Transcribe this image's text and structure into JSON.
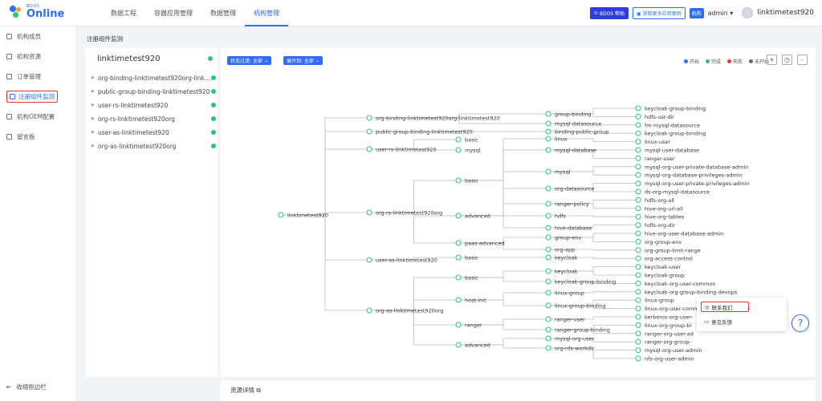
{
  "logo": {
    "small": "BDOS",
    "big": "Online"
  },
  "nav": [
    "数据工程",
    "容器应用管理",
    "数据管理",
    "机构管理"
  ],
  "header": {
    "help": "BDOS 帮助",
    "more": "获取更多应用案例",
    "org": "机构",
    "admin": "admin",
    "user": "linktimetest920"
  },
  "sidebar": {
    "items": [
      "机构成员",
      "机构资源",
      "订单管理",
      "注册组件监测",
      "机构OEM配置",
      "留言板"
    ],
    "collapse": "收缩侧边栏"
  },
  "breadcrumb": "注册组件监测",
  "left_panel": {
    "title": "linktimetest920",
    "items": [
      "org-binding-linktimetest920org-linktimetest920",
      "public-group-binding-linktimetest920",
      "user-rs-linktimetest920",
      "org-rs-linktimetest920org",
      "user-as-linktimetest920",
      "org-as-linktimetest920org"
    ]
  },
  "filters": {
    "status": "状态过滤: 全部",
    "expand": "展开到: 全部"
  },
  "legend": [
    {
      "label": "开始",
      "color": "#2f6df6"
    },
    {
      "label": "完成",
      "color": "#35c07a"
    },
    {
      "label": "失败",
      "color": "#e53935"
    },
    {
      "label": "未开始",
      "color": "#666666"
    }
  ],
  "tools": [
    "+",
    "◷",
    "-"
  ],
  "tree": {
    "root": "linktimetest920",
    "level1": [
      "org-binding-linktimetest920org-linktimetest920",
      "public-group-binding-linktimetest920",
      "user-rs-linktimetest920",
      "org-rs-linktimetest920org",
      "user-as-linktimetest920",
      "org-as-linktimetest920org"
    ],
    "level2": [
      "basic",
      "mysql",
      "basic",
      "advanced",
      "paas-advanced",
      "basic",
      "basic",
      "host-init",
      "ranger",
      "advanced"
    ],
    "level3": [
      "group-binding",
      "mysql-datasource",
      "binding-public-group",
      "linux",
      "mysql-database",
      "mysql",
      "org-datasource",
      "ranger-policy",
      "hdfs",
      "hive-database",
      "group-env",
      "org-app",
      "keycloak",
      "keycloak",
      "keycloak-group-binding",
      "linux-group",
      "linux-group-binding",
      "ranger-user",
      "ranger-group-binding",
      "mysql-org-user",
      "org-nfs-workdir"
    ],
    "leaves": [
      "keycloak-group-binding",
      "hdfs-usr-dir",
      "fm-mysql-datasource",
      "keycloak-group-binding",
      "linux-user",
      "mysql-user-database",
      "ranger-user",
      "mysql-org-user-private-database-admin",
      "mysql-org-database-privileges-admin",
      "mysql-org-user-private-privileges-admin",
      "ds-org-mysql-datasource",
      "hdfs-org-all",
      "hive-org-url-all",
      "hive-org-tables",
      "hdfs-org-dir",
      "hive-org-user-database-admin",
      "org-group-env",
      "org-group-limit-range",
      "org-access-control",
      "keycloak-user",
      "keycloak-group",
      "keycloak-org-user-common",
      "keycloak-org-group-binding-devops",
      "linux-group",
      "linux-org-user-common",
      "kerberos-org-user-",
      "linux-org-group-bi",
      "ranger-org-user-ad",
      "ranger-org-group-",
      "mysql-org-user-admin",
      "nfs-org-user-admin"
    ]
  },
  "detail": "资源详情",
  "popup": {
    "contact": "联系我们",
    "feedback": "意见反馈"
  },
  "help_button": "?"
}
